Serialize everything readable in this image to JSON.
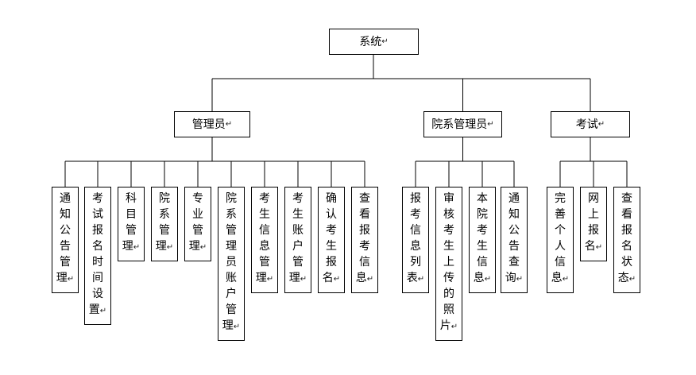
{
  "root": {
    "label": "系统"
  },
  "groups": [
    {
      "label": "管理员",
      "children": [
        "通知公告管理",
        "考试报名时间设置",
        "科目管理",
        "院系管理",
        "专业管理",
        "院系管理员账户管理",
        "考生信息管理",
        "考生账户管理",
        "确认考生报名",
        "查看报考信息"
      ]
    },
    {
      "label": "院系管理员",
      "children": [
        "报考信息列表",
        "审核考生上传的照片",
        "本院考生信息",
        "通知公告查询"
      ]
    },
    {
      "label": "考试",
      "children": [
        "完善个人信息",
        "网上报名",
        "查看报名状态"
      ]
    }
  ],
  "return_mark": "↵"
}
